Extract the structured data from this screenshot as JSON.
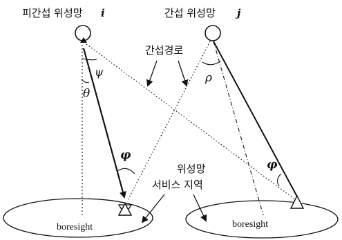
{
  "satellites": {
    "victim": {
      "label": "피간섭 위성망",
      "index": "i"
    },
    "interferer": {
      "label": "간섭 위성망",
      "index": "j"
    }
  },
  "annotations": {
    "interference_path": "간섭경로",
    "service_area_line1": "위성망",
    "service_area_line2": "서비스 지역",
    "boresight_left": "boresight",
    "boresight_right": "boresight"
  },
  "angles": {
    "psi": "ψ",
    "theta": "θ",
    "rho": "ρ",
    "phi": "φ",
    "varphi": "φ"
  }
}
